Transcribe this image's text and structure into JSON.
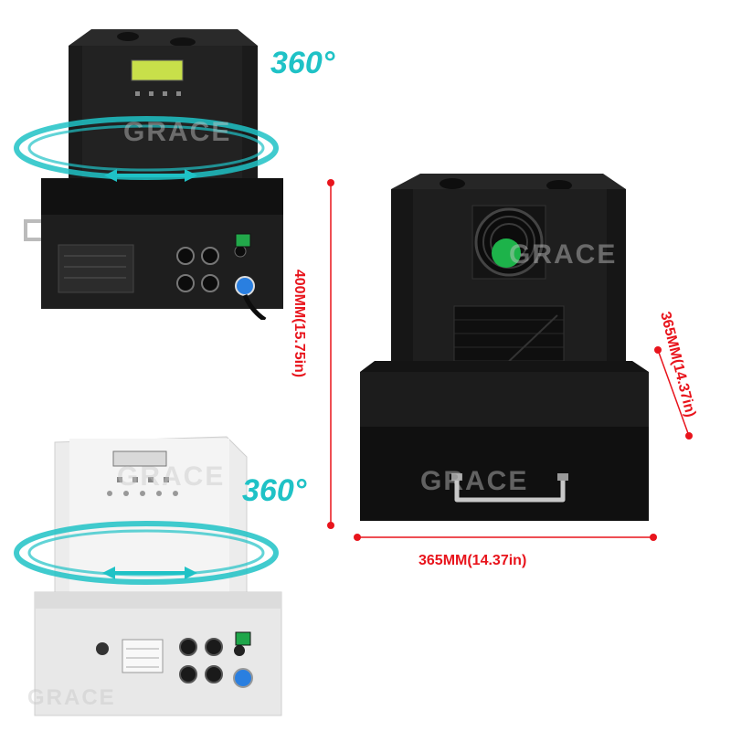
{
  "labels": {
    "rotation_top": "360°",
    "rotation_bottom": "360°",
    "height_dim": "400MM(15.75in)",
    "depth_dim": "365MM(14.37in)",
    "width_dim": "365MM(14.37in)",
    "watermark": "GRACE"
  },
  "colors": {
    "rotation_label": "#1fc2c6",
    "dimension": "#e8141c",
    "unit_black": "#1a1a1a",
    "unit_white": "#f2f2f2"
  },
  "icons": [
    "rotation-arrow-icon",
    "dimension-arrow-icon",
    "fan-icon",
    "power-switch-icon",
    "xlr-socket-icon",
    "lcd-display-icon"
  ]
}
